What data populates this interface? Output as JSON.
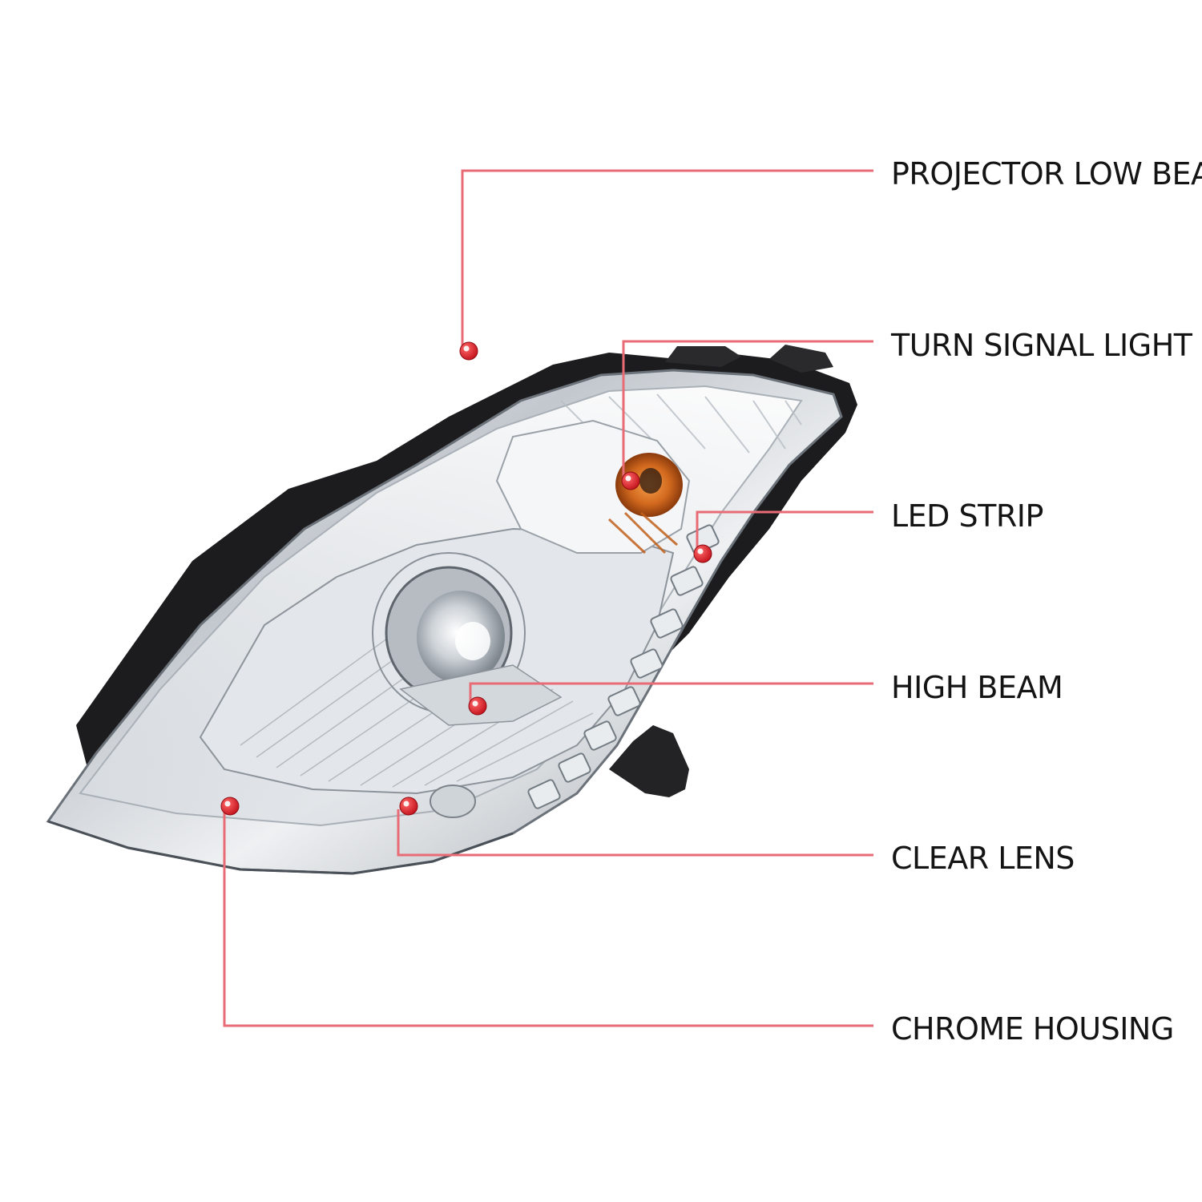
{
  "colors": {
    "leader_line": "#e86b75",
    "marker_dot": "#e0202a",
    "marker_highlight": "#ffffff",
    "label_text": "#141414",
    "housing_black": "#1c1c1e",
    "chrome": "#c9cdd2",
    "amber_reflector": "#d2691e"
  },
  "product": {
    "name": "headlight-assembly",
    "icon": "headlight-image"
  },
  "callouts": [
    {
      "id": "projector-low-beam",
      "label": "PROJECTOR LOW BEAM"
    },
    {
      "id": "turn-signal-light",
      "label": "TURN SIGNAL LIGHT"
    },
    {
      "id": "led-strip",
      "label": "LED STRIP"
    },
    {
      "id": "high-beam",
      "label": "HIGH BEAM"
    },
    {
      "id": "clear-lens",
      "label": "CLEAR LENS"
    },
    {
      "id": "chrome-housing",
      "label": "CHROME HOUSING"
    }
  ]
}
